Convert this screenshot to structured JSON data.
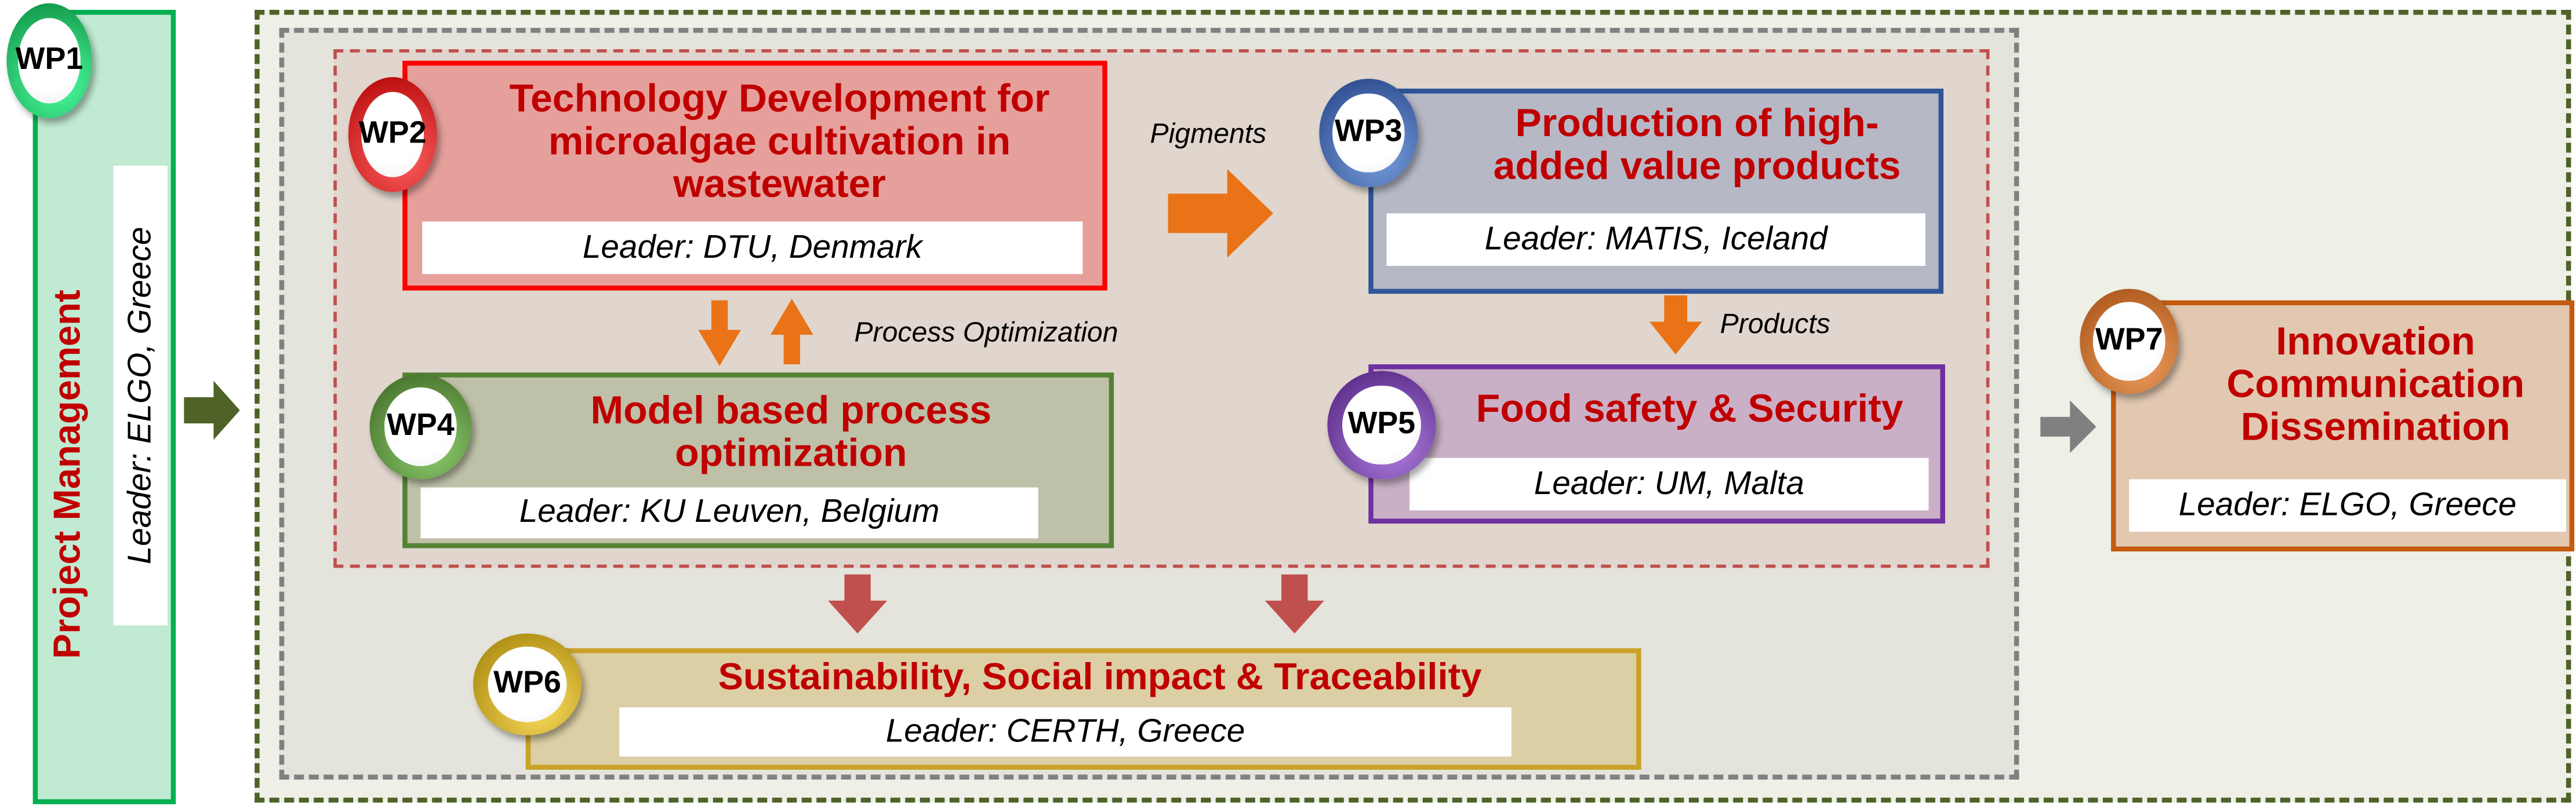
{
  "wp1": {
    "badge": "WP1",
    "title": "Project Management",
    "leader": "Leader:  ELGO, Greece"
  },
  "wp2": {
    "badge": "WP2",
    "title_lines": [
      "Technology Development for",
      "microalgae cultivation in",
      "wastewater"
    ],
    "leader": "Leader:  DTU, Denmark"
  },
  "wp3": {
    "badge": "WP3",
    "title_lines": [
      "Production of high-",
      "added value products"
    ],
    "leader": "Leader: MATIS, Iceland"
  },
  "wp4": {
    "badge": "WP4",
    "title_lines": [
      "Model based process",
      "optimization"
    ],
    "leader": "Leader: KU Leuven, Belgium"
  },
  "wp5": {
    "badge": "WP5",
    "title": "Food safety & Security",
    "leader": "Leader: UM, Malta"
  },
  "wp6": {
    "badge": "WP6",
    "title": "Sustainability, Social impact & Traceability",
    "leader": "Leader: CERTH, Greece"
  },
  "wp7": {
    "badge": "WP7",
    "title_lines": [
      "Innovation",
      "Communication",
      "Dissemination"
    ],
    "leader": "Leader: ELGO, Greece"
  },
  "labels": {
    "pigments": "Pigments",
    "process_optimization": "Process Optimization",
    "products": "Products"
  },
  "colors": {
    "wp1": "#00b050",
    "wp2": "#ff0000",
    "wp3": "#2f5597",
    "wp4": "#548235",
    "wp5": "#7030a0",
    "wp6": "#c9a227",
    "wp7": "#c55a11",
    "title_red": "#c00000",
    "arrow_orange": "#e97316"
  }
}
